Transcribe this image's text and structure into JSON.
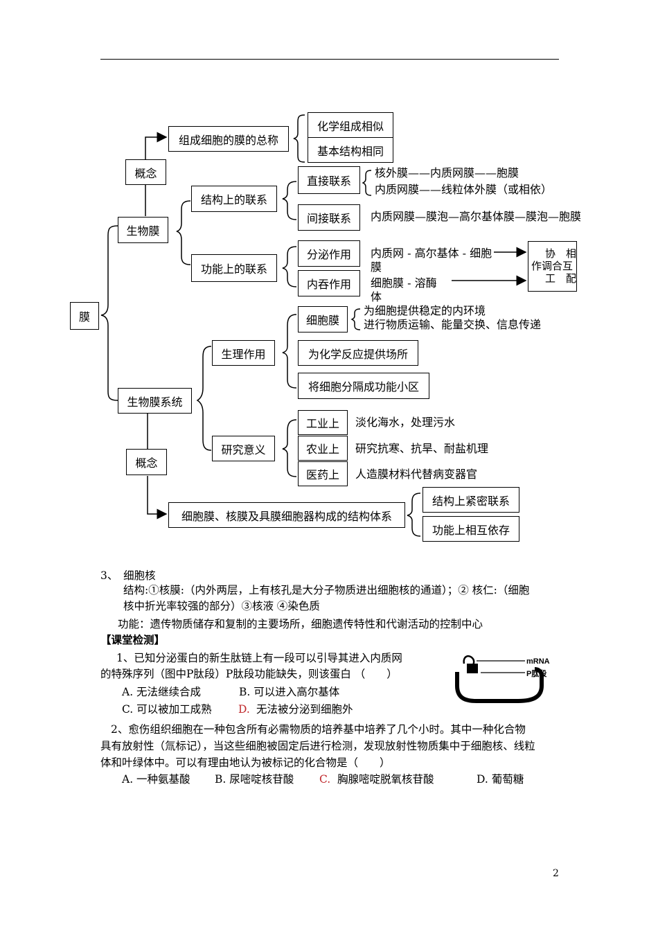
{
  "diagram": {
    "root": "膜",
    "bio_membrane": "生物膜",
    "concept1": "概念",
    "concept1_def": "组成细胞的膜的总称",
    "concept1_points": [
      "化学组成相似",
      "基本结构相同"
    ],
    "struct_link": "结构上的联系",
    "direct_link": "直接联系",
    "direct_items": [
      "核外膜——内质网膜——胞膜",
      "内质网膜——线粒体外膜（或相依）"
    ],
    "indirect_link": "间接联系",
    "indirect_item": "内质网膜—膜泡—高尔基体膜—膜泡—胞膜",
    "func_link": "功能上的联系",
    "secretion": "分泌作用",
    "secretion_text_line1": "内质网 - 高尔基体 - 细胞",
    "secretion_text_line2": "膜",
    "endocytosis": "内吞作用",
    "endocytosis_text_line1": "细胞膜 - 溶酶",
    "endocytosis_text_line2": "体",
    "coord_box": [
      "协　相",
      "作调合互",
      "工　配"
    ],
    "bio_system": "生物膜系统",
    "physio": "生理作用",
    "cell_membrane": "细胞膜",
    "cell_membrane_items": [
      "为细胞提供稳定的内环境",
      "进行物质运输、能量交换、信息传递"
    ],
    "reaction_site": "为化学反应提供场所",
    "compartment": "将细胞分隔成功能小区",
    "research": "研究意义",
    "industry": "工业上",
    "industry_text": "淡化海水，处理污水",
    "agriculture": "农业上",
    "agriculture_text": "研究抗寒、抗旱、耐盐机理",
    "medicine": "医药上",
    "medicine_text": "人造膜材料代替病变器官",
    "concept2": "概念",
    "concept2_def": "细胞膜、核膜及具膜细胞器构成的结构体系",
    "concept2_points": [
      "结构上紧密联系",
      "功能上相互依存"
    ]
  },
  "text": {
    "nucleus_heading": "3、　细胞核",
    "structure_line1": "结构:①核膜:（内外两层，上有核孔是大分子物质进出细胞核的通道）；② 核仁:（细胞",
    "structure_line2": "核中折光率较强的部分）③核液 ④染色质",
    "function_line": "功能：遗传物质储存和复制的主要场所，细胞遗传特性和代谢活动的控制中心",
    "class_test": "【课堂检测】",
    "q1_line1": "1、已知分泌蛋白的新生肽链上有一段可以引导其进入内质网",
    "q1_line2": "的特殊序列（图中P肽段）P肽段功能缺失，则该蛋白 （　　）",
    "q1_a": "A. 无法继续合成",
    "q1_b": "B. 可以进入高尔基体",
    "q1_c": "C. 可以被加工成熟",
    "q1_d_letter": "D.",
    "q1_d_text": "无法被分泌到细胞外",
    "figure_mrna": "mRNA",
    "figure_p": "P肽段",
    "q2_line1": "2、愈伤组织细胞在一种包含所有必需物质的培养基中培养了几个小时。其中一种化合物",
    "q2_line2": "具有放射性（氚标记），当这些细胞被固定后进行检测，发现放射性物质集中于细胞核、线粒",
    "q2_line3": "体和叶绿体中。可以有理由地认为被标记的化合物是（　　）",
    "q2_a": "A. 一种氨基酸",
    "q2_b": "B. 尿嘧啶核苷酸",
    "q2_c_letter": "C.",
    "q2_c_text": "胸腺嘧啶脱氧核苷酸",
    "q2_d": "D. 葡萄糖",
    "page_number": "2"
  }
}
